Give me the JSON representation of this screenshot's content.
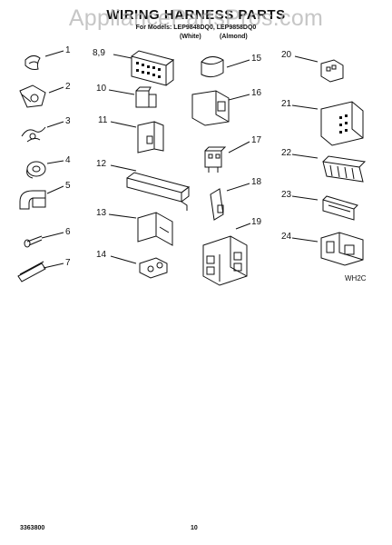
{
  "header": {
    "title": "WIRING HARNESS PARTS",
    "watermark": "AppliancePartsPros.com",
    "models_line": "For Models: LEP9848DQ0, LEP9858DQ0",
    "variant_white": "(White)",
    "variant_almond": "(Almond)"
  },
  "callouts": {
    "p1": "1",
    "p2": "2",
    "p3": "3",
    "p4": "4",
    "p5": "5",
    "p6": "6",
    "p7": "7",
    "p89": "8,9",
    "p10": "10",
    "p11": "11",
    "p12": "12",
    "p13": "13",
    "p14": "14",
    "p15": "15",
    "p16": "16",
    "p17": "17",
    "p18": "18",
    "p19": "19",
    "p20": "20",
    "p21": "21",
    "p22": "22",
    "p23": "23",
    "p24": "24"
  },
  "diagram_code": "WH2C",
  "footer": {
    "part_number": "3363800",
    "page_number": "10"
  }
}
